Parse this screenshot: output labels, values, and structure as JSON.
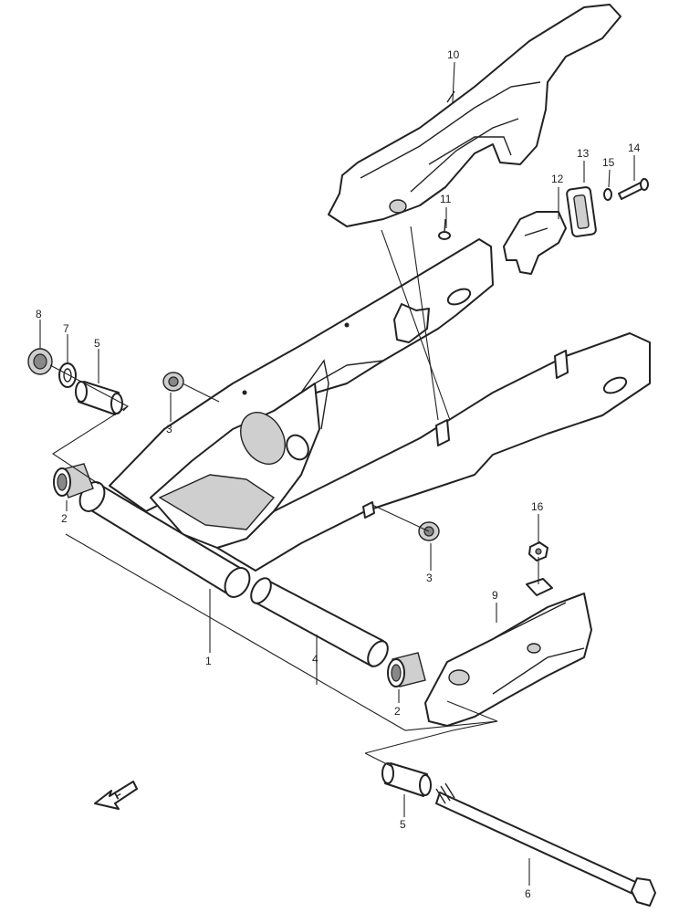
{
  "callouts": [
    "1",
    "2",
    "3",
    "4",
    "5",
    "6",
    "7",
    "8",
    "9",
    "10",
    "11",
    "12",
    "13",
    "14",
    "15",
    "16"
  ],
  "direction_mark": "F"
}
